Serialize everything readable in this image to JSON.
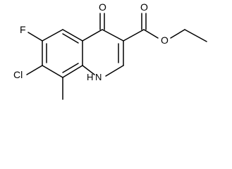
{
  "diagram": {
    "type": "chemical-structure",
    "atoms": {
      "carbonyl_oxygen": "O",
      "fluorine": "F",
      "chlorine": "Cl",
      "ring_nitrogen": "H N",
      "ester_carbonyl_oxygen": "O",
      "ester_ether_oxygen": "O"
    },
    "colors": {
      "bond": "#000000",
      "label": "#000000",
      "background": "#ffffff"
    }
  }
}
